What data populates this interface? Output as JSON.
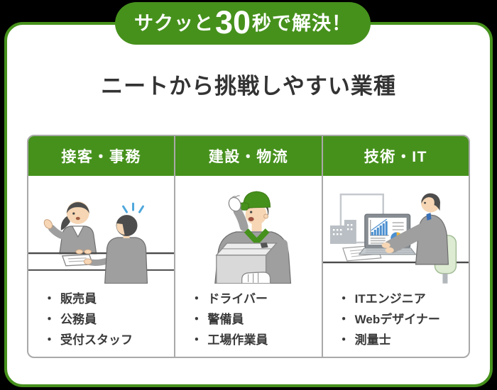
{
  "colors": {
    "accent_green": "#46911c",
    "card_bg": "#ffffff",
    "outer_bg": "#000000",
    "table_border": "#a9a9a9",
    "header_text": "#ffffff",
    "title_text": "#333333",
    "list_text": "#3a3a3a",
    "emphasis_blue": "#4fa8dc",
    "chair_green": "#dcebd2"
  },
  "badge": {
    "prefix": "サクッと",
    "number": "30",
    "suffix": "秒で解決！"
  },
  "title": "ニートから挑戦しやすい業種",
  "list_bullet": "・",
  "columns": [
    {
      "header": "接客・事務",
      "illustration": "reception-counter-scene",
      "items": [
        "販売員",
        "公務員",
        "受付スタッフ"
      ]
    },
    {
      "header": "建設・物流",
      "illustration": "delivery-worker-with-box",
      "items": [
        "ドライバー",
        "警備員",
        "工場作業員"
      ]
    },
    {
      "header": "技術・IT",
      "illustration": "engineer-at-laptop",
      "items": [
        "ITエンジニア",
        "Webデザイナー",
        "測量士"
      ]
    }
  ]
}
